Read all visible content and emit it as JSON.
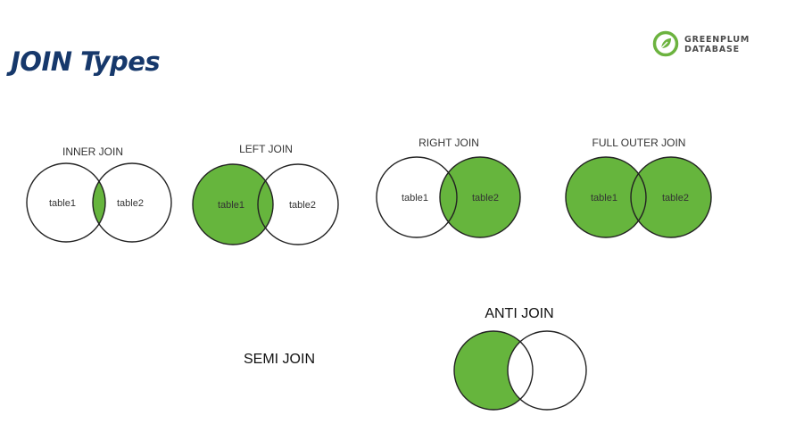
{
  "title": "JOIN Types",
  "logo": {
    "line1": "GREENPLUM",
    "line2": "DATABASE",
    "icon": "greenplum-logo-icon",
    "color": "#6cb33f"
  },
  "colors": {
    "fill": "#66b53d",
    "stroke": "#222222",
    "title": "#16386b"
  },
  "joins": [
    {
      "id": "inner",
      "title": "INNER JOIN",
      "left_label": "table1",
      "right_label": "table2",
      "shade": "intersection"
    },
    {
      "id": "left",
      "title": "LEFT JOIN",
      "left_label": "table1",
      "right_label": "table2",
      "shade": "left"
    },
    {
      "id": "right",
      "title": "RIGHT JOIN",
      "left_label": "table1",
      "right_label": "table2",
      "shade": "right"
    },
    {
      "id": "full",
      "title": "FULL OUTER JOIN",
      "left_label": "table1",
      "right_label": "table2",
      "shade": "both"
    },
    {
      "id": "anti",
      "title": "ANTI JOIN",
      "left_label": "",
      "right_label": "",
      "shade": "left-only"
    }
  ],
  "semi_join": {
    "label": "SEMI JOIN"
  }
}
